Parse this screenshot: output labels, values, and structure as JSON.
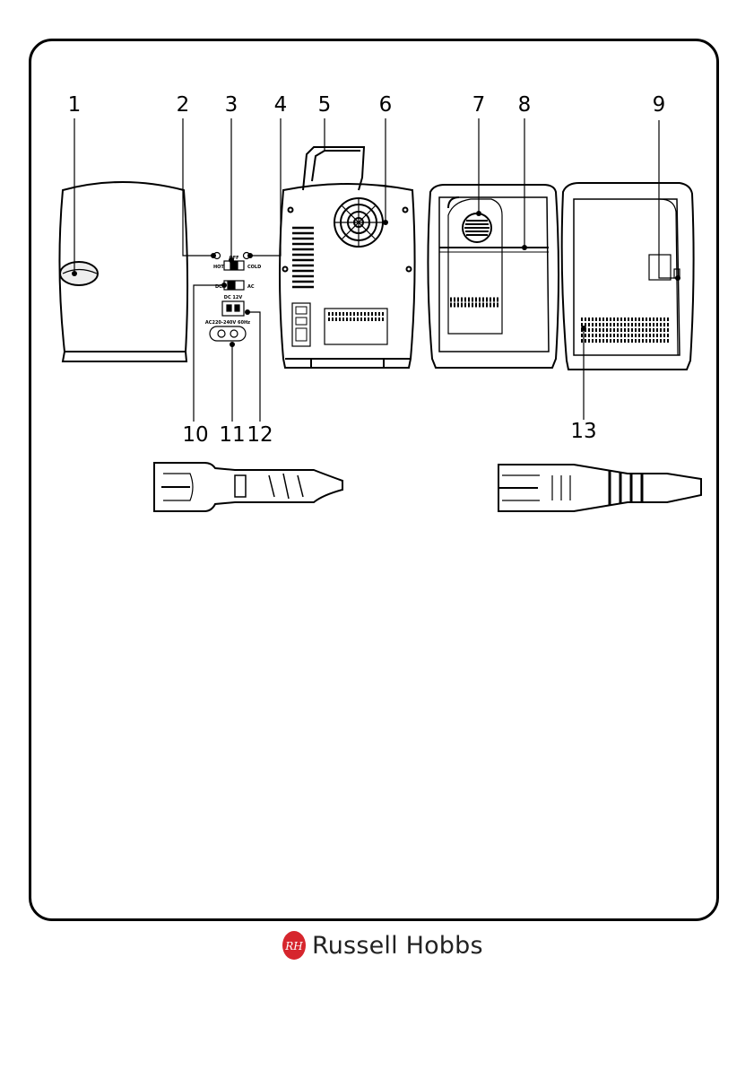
{
  "callouts": [
    "1",
    "2",
    "3",
    "4",
    "5",
    "6",
    "7",
    "8",
    "9",
    "10",
    "11",
    "12",
    "13"
  ],
  "panel": {
    "off_label": "OFF",
    "hot_label": "HOT",
    "cold_label": "COLD",
    "dc_label": "DC",
    "ac_label": "AC",
    "dc12_label": "DC 12V",
    "ac_rating_label": "AC220-240V 60Hz"
  },
  "brand": {
    "name": "Russell Hobbs",
    "logo_monogram": "RH",
    "logo_color": "#d6262d"
  },
  "colors": {
    "line": "#000000",
    "background": "#ffffff"
  }
}
